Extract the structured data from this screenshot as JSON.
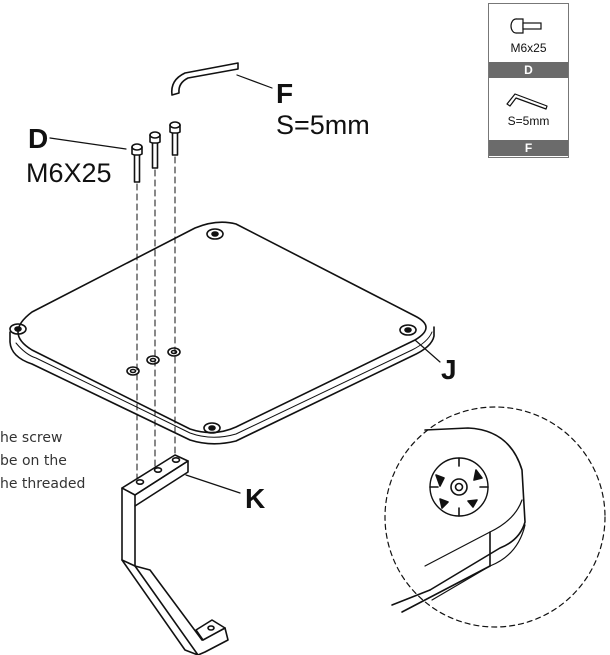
{
  "callouts": {
    "D": "D",
    "D_spec": "M6X25",
    "F": "F",
    "F_spec": "S=5mm",
    "J": "J",
    "K": "K"
  },
  "note_lines": [
    "he screw",
    "be on the",
    "he threaded"
  ],
  "parts_table": [
    {
      "icon": "screw-icon",
      "name": "M6x25",
      "tag": "D"
    },
    {
      "icon": "allen-key-icon",
      "name": "S=5mm",
      "tag": "F"
    }
  ]
}
